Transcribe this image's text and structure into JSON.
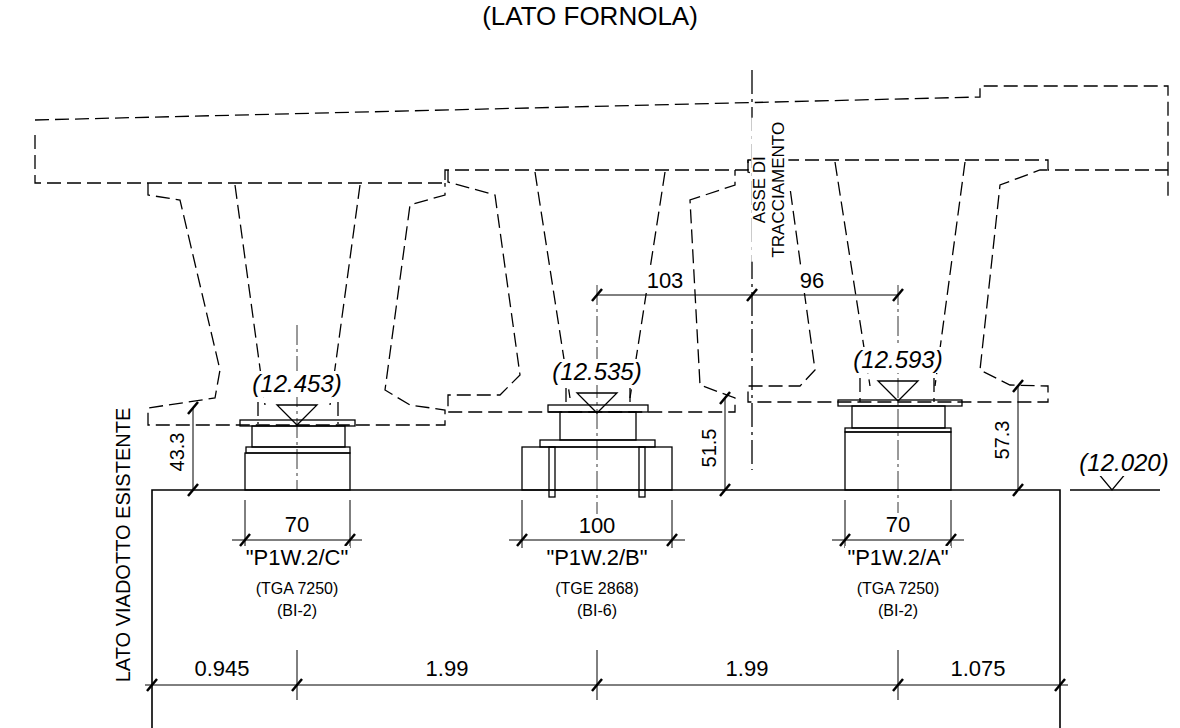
{
  "diagram": {
    "title": "(LATO FORNOLA)",
    "labels": [
      "LATO VIADOTTO ESISTENTE",
      "ASSE DI TRACCIAMENTO",
      "103",
      "96",
      "(12.453)",
      "(12.535)",
      "(12.593)",
      "43.3",
      "51.5",
      "57.3",
      "(12.020)",
      "70",
      "100",
      "70",
      "\"P1W.2/C\"",
      "(TGA 7250)",
      "(BI-2)",
      "\"P1W.2/B\"",
      "(TGE 2868)",
      "(BI-6)",
      "\"P1W.2/A\"",
      "(TGA 7250)",
      "(BI-2)",
      "0.945",
      "1.99",
      "1.99",
      "1.075"
    ]
  }
}
